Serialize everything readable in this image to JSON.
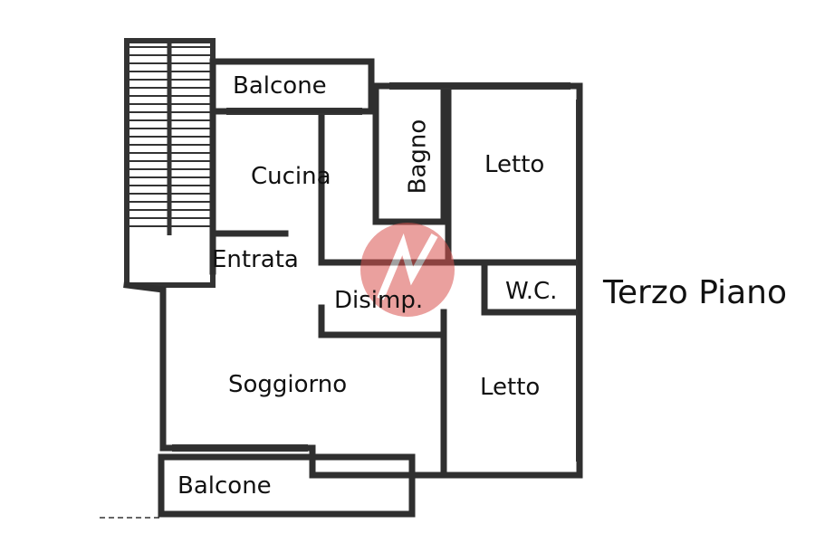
{
  "floor_title": "Terzo Piano",
  "rooms": {
    "balcone_top": "Balcone",
    "cucina": "Cucina",
    "bagno": "Bagno",
    "letto_top": "Letto",
    "entrata": "Entrata",
    "disimpegno": "Disimp.",
    "wc": "W.C.",
    "soggiorno": "Soggiorno",
    "letto_bottom": "Letto",
    "balcone_bottom": "Balcone"
  },
  "colors": {
    "wall": "#2f2f2f",
    "watermark": "#d9534f"
  }
}
